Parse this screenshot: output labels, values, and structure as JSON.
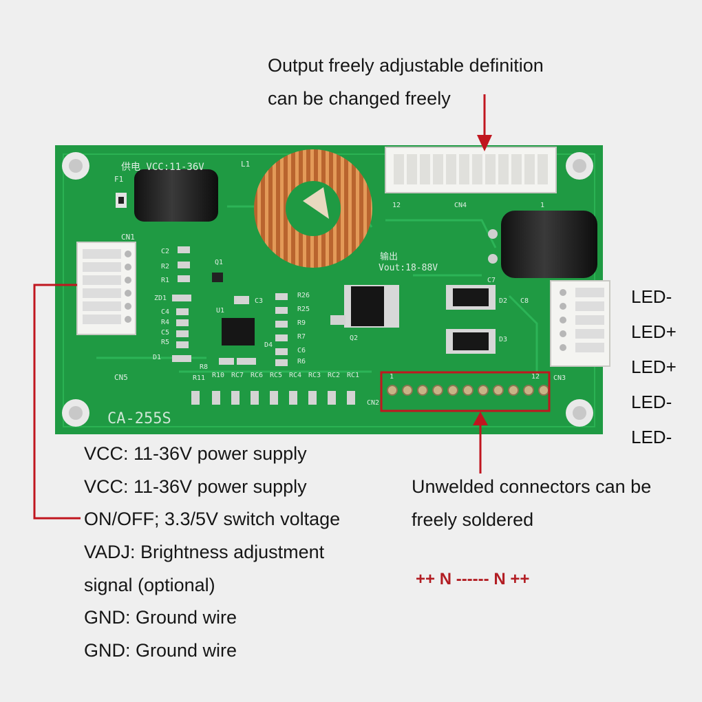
{
  "top_annotation": {
    "line1": "Output freely adjustable definition",
    "line2": "can be changed freely"
  },
  "board": {
    "model": "CA-255S",
    "silkscreen": {
      "vcc": "供电 VCC:11-36V",
      "output": "输出",
      "vout": "Vout:18-88V",
      "l1": "L1",
      "f1": "F1",
      "cn1": "CN1",
      "cn2": "CN2",
      "cn3": "CN3",
      "cn4": "CN4",
      "cn5": "CN5",
      "q1": "Q1",
      "q2": "Q2",
      "u1": "U1",
      "d1": "D1",
      "d2": "D2",
      "d3": "D3",
      "d4": "D4",
      "zd1": "ZD1",
      "c2": "C2",
      "c3": "C3",
      "c4": "C4",
      "c5": "C5",
      "c6": "C6",
      "c7": "C7",
      "c8": "C8",
      "r1": "R1",
      "r2": "R2",
      "r4": "R4",
      "r5": "R5",
      "r6": "R6",
      "r7": "R7",
      "r8": "R8",
      "r9": "R9",
      "r10": "R10",
      "r11": "R11",
      "r25": "R25",
      "r26": "R26",
      "rc1": "RC1",
      "rc2": "RC2",
      "rc3": "RC3",
      "rc4": "RC4",
      "rc5": "RC5",
      "rc6": "RC6",
      "rc7": "RC7",
      "pin12_top": "12",
      "pin1_top": "1",
      "pin1_cn2": "1",
      "pin12_cn2": "12"
    }
  },
  "led_labels": [
    "LED-",
    "LED+",
    "LED+",
    "LED-",
    "LED-"
  ],
  "left_labels": [
    "VCC: 11-36V power supply",
    "VCC: 11-36V power supply",
    "ON/OFF; 3.3/5V switch voltage",
    "VADJ: Brightness adjustment",
    "signal (optional)",
    "GND: Ground wire",
    "GND: Ground wire"
  ],
  "bottom_right": {
    "line1": "Unwelded connectors can be",
    "line2": "freely soldered",
    "pinout": "++ N ------ N ++"
  },
  "colors": {
    "pcb": "#1f9a43",
    "annotation_red": "#c0161f",
    "background": "#efefef"
  }
}
